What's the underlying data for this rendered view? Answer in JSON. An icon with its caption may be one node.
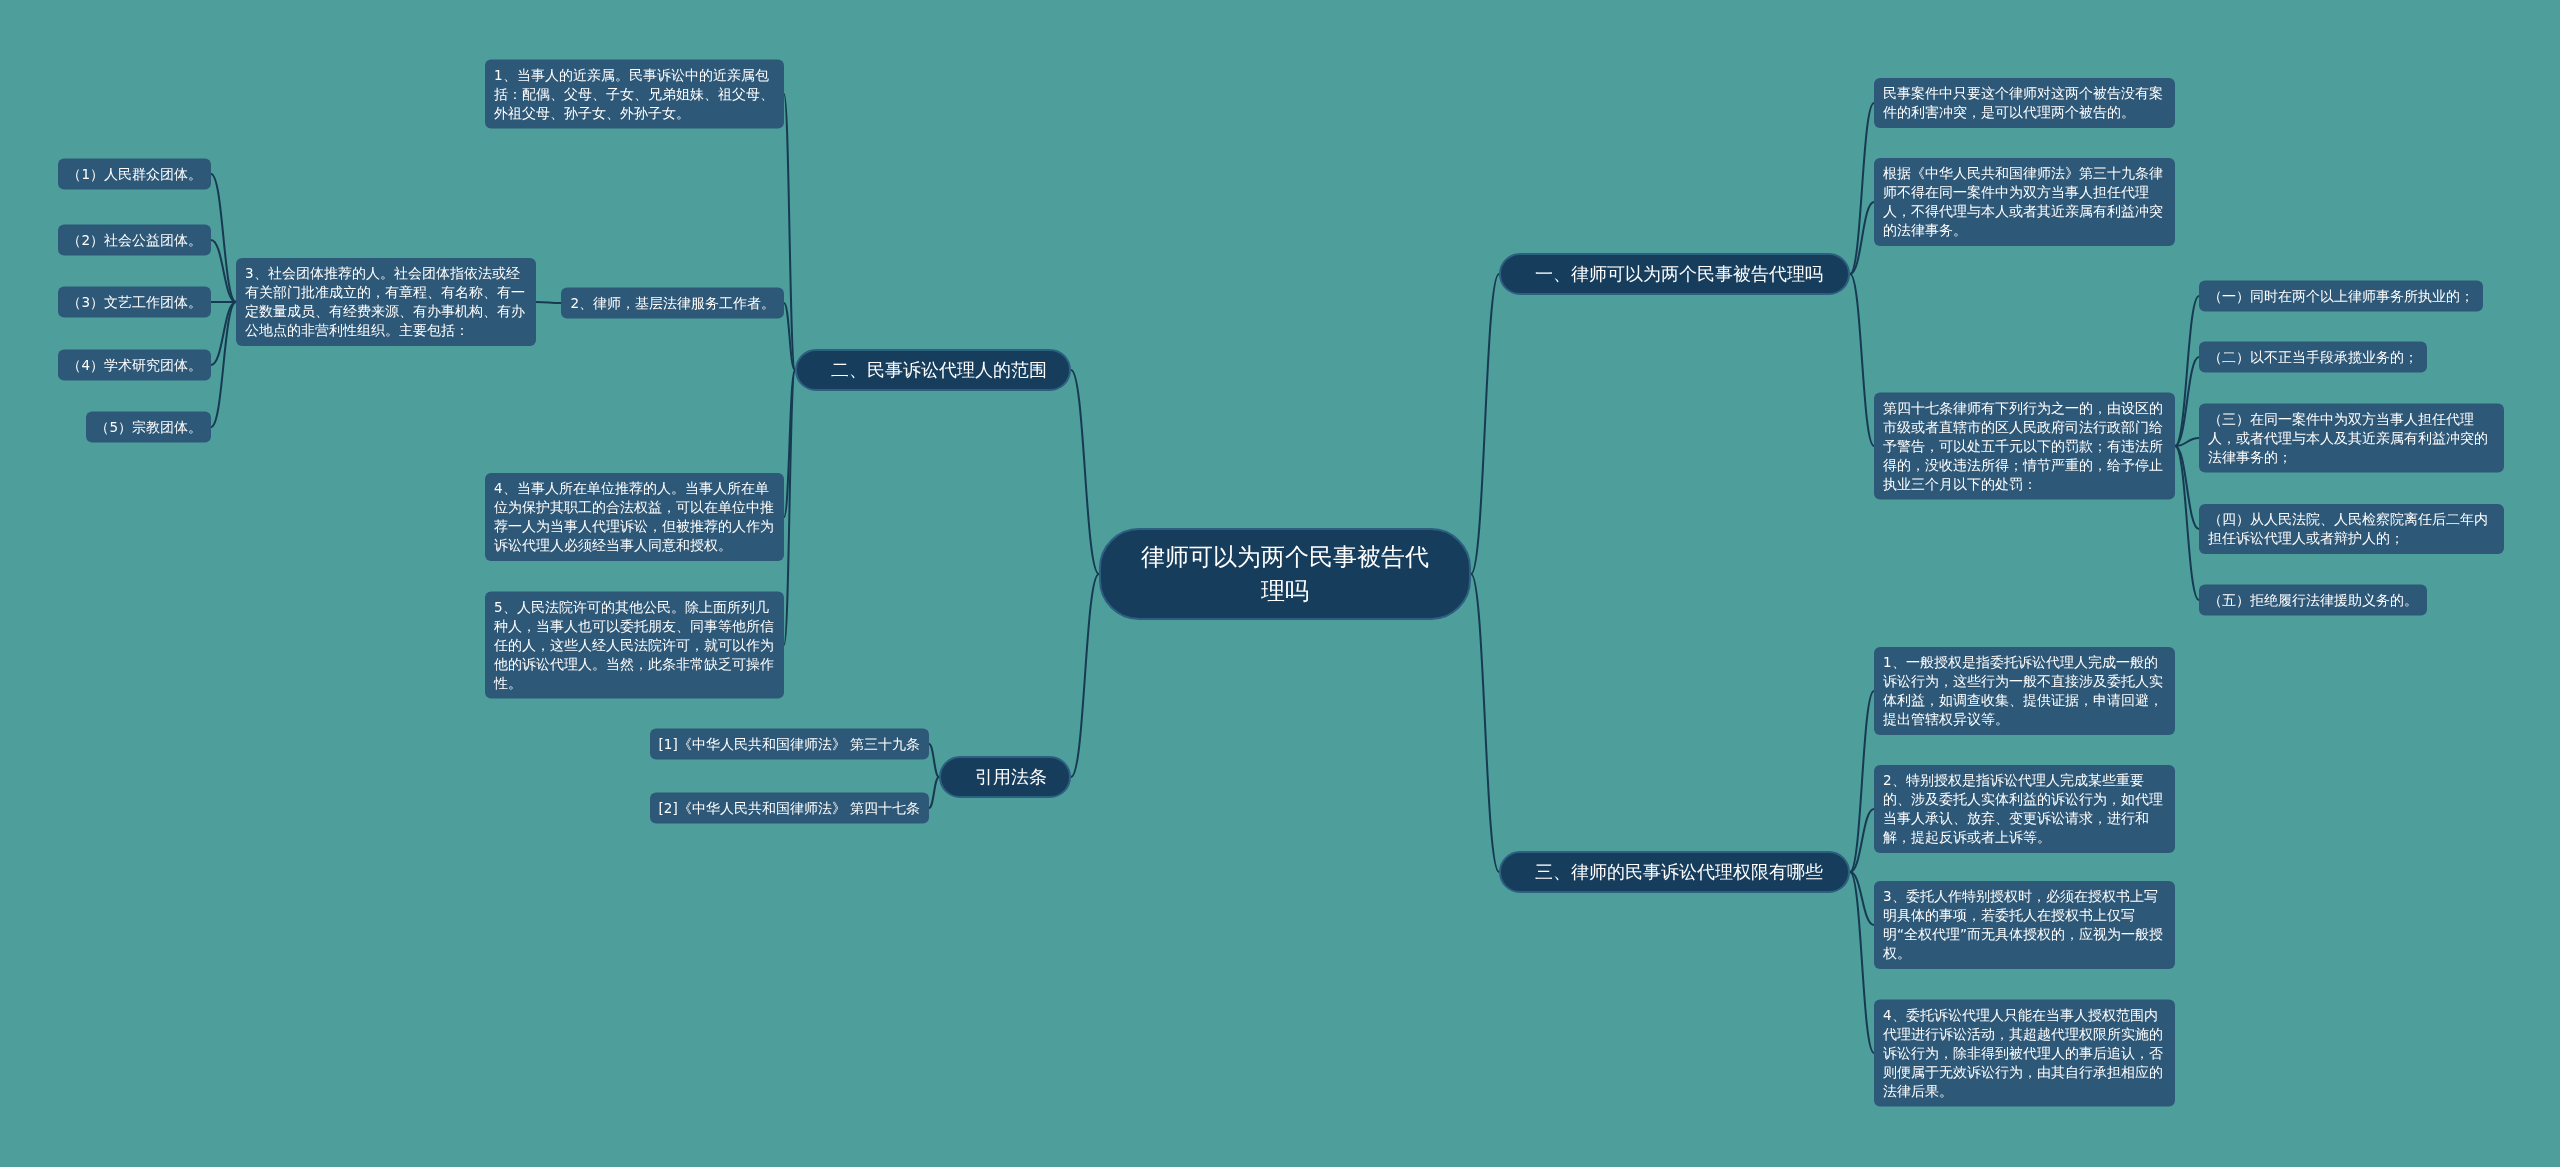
{
  "diagram": {
    "nodes": [
      {
        "text": [
          "律师可以为两个民事被告代理吗"
        ]
      },
      {
        "text": [
          "一、律师可以为两个民事被告代理吗"
        ]
      },
      {
        "text": [
          "民事案件中只要这个律师对这两个被告没有案件的利害冲突，是可以代理两个被告的。"
        ]
      },
      {
        "text": [
          "根据《中华人民共和国律师法》第三十九条律师不得在同一案件中为双方当事人担任代理人，不得代理与本人或者其近亲属有利益冲突的法律事务。"
        ]
      },
      {
        "text": [
          "第四十七条律师有下列行为之一的，由设区的市级或者直辖市的区人民政府司法行政部门给予警告，可以处五千元以下的罚款；有违法所得的，没收违法所得；情节严重的，给予停止执业三个月以下的处罚："
        ]
      },
      {
        "text": [
          "（一）同时在两个以上律师事务所执业的；"
        ]
      },
      {
        "text": [
          "（二）以不正当手段承揽业务的；"
        ]
      },
      {
        "text": [
          "（三）在同一案件中为双方当事人担任代理人，或者代理与本人及其近亲属有利益冲突的法律事务的；"
        ]
      },
      {
        "text": [
          "（四）从人民法院、人民检察院离任后二年内担任诉讼代理人或者辩护人的；"
        ]
      },
      {
        "text": [
          "（五）拒绝履行法律援助义务的。"
        ]
      },
      {
        "text": [
          "三、律师的民事诉讼代理权限有哪些"
        ]
      },
      {
        "text": [
          "1、一般授权是指委托诉讼代理人完成一般的诉讼行为，这些行为一般不直接涉及委托人实体利益，如调查收集、提供证据，申请回避，提出管辖权异议等。"
        ]
      },
      {
        "text": [
          "2、特别授权是指诉讼代理人完成某些重要的、涉及委托人实体利益的诉讼行为，如代理当事人承认、放弃、变更诉讼请求，进行和解，提起反诉或者上诉等。"
        ]
      },
      {
        "text": [
          "3、委托人作特别授权时，必须在授权书上写明具体的事项，若委托人在授权书上仅写明“全权代理”而无具体授权的，应视为一般授权。"
        ]
      },
      {
        "text": [
          "4、委托诉讼代理人只能在当事人授权范围内代理进行诉讼活动，其超越代理权限所实施的诉讼行为，除非得到被代理人的事后追认，否则便属于无效诉讼行为，由其自行承担相应的法律后果。"
        ]
      },
      {
        "text": [
          "二、民事诉讼代理人的范围"
        ]
      },
      {
        "text": [
          "1、当事人的近亲属。民事诉讼中的近亲属包括：配偶、父母、子女、兄弟姐妹、祖父母、外祖父母、孙子女、外孙子女。"
        ]
      },
      {
        "text": [
          "2、律师，基层法律服务工作者。"
        ]
      },
      {
        "text": [
          "3、社会团体推荐的人。社会团体指依法或经有关部门批准成立的，有章程、有名称、有一定数量成员、有经费来源、有办事机构、有办公地点的非营利性组织。主要包括："
        ]
      },
      {
        "text": [
          "（1）人民群众团体。"
        ]
      },
      {
        "text": [
          "（2）社会公益团体。"
        ]
      },
      {
        "text": [
          "（3）文艺工作团体。"
        ]
      },
      {
        "text": [
          "（4）学术研究团体。"
        ]
      },
      {
        "text": [
          "（5）宗教团体。"
        ]
      },
      {
        "text": [
          "4、当事人所在单位推荐的人。当事人所在单位为保护其职工的合法权益，可以在单位中推荐一人为当事人代理诉讼，但被推荐的人作为诉讼代理人必须经当事人同意和授权。"
        ]
      },
      {
        "text": [
          "5、人民法院许可的其他公民。除上面所列几种人，当事人也可以委托朋友、同事等他所信任的人，这些人经人民法院许可，就可以作为他的诉讼代理人。当然，此条非常缺乏可操作性。"
        ]
      },
      {
        "text": [
          "引用法条"
        ]
      },
      {
        "text": [
          "[1]《中华人民共和国律师法》 第三十九条"
        ]
      },
      {
        "text": [
          "[2]《中华人民共和国律师法》 第四十七条"
        ]
      }
    ],
    "edges": [
      {
        "from": 0,
        "to": 1,
        "arrow": "none"
      },
      {
        "from": 1,
        "to": 2,
        "arrow": "none"
      },
      {
        "from": 1,
        "to": 3,
        "arrow": "none"
      },
      {
        "from": 1,
        "to": 4,
        "arrow": "none"
      },
      {
        "from": 4,
        "to": 5,
        "arrow": "none"
      },
      {
        "from": 4,
        "to": 6,
        "arrow": "none"
      },
      {
        "from": 4,
        "to": 7,
        "arrow": "none"
      },
      {
        "from": 4,
        "to": 8,
        "arrow": "none"
      },
      {
        "from": 4,
        "to": 9,
        "arrow": "none"
      },
      {
        "from": 0,
        "to": 10,
        "arrow": "none"
      },
      {
        "from": 10,
        "to": 11,
        "arrow": "none"
      },
      {
        "from": 10,
        "to": 12,
        "arrow": "none"
      },
      {
        "from": 10,
        "to": 13,
        "arrow": "none"
      },
      {
        "from": 10,
        "to": 14,
        "arrow": "none"
      },
      {
        "from": 0,
        "to": 15,
        "arrow": "none"
      },
      {
        "from": 15,
        "to": 16,
        "arrow": "none"
      },
      {
        "from": 15,
        "to": 17,
        "arrow": "none"
      },
      {
        "from": 17,
        "to": 18,
        "arrow": "none"
      },
      {
        "from": 18,
        "to": 19,
        "arrow": "none"
      },
      {
        "from": 18,
        "to": 20,
        "arrow": "none"
      },
      {
        "from": 18,
        "to": 21,
        "arrow": "none"
      },
      {
        "from": 18,
        "to": 22,
        "arrow": "none"
      },
      {
        "from": 18,
        "to": 23,
        "arrow": "none"
      },
      {
        "from": 15,
        "to": 24,
        "arrow": "none"
      },
      {
        "from": 15,
        "to": 25,
        "arrow": "none"
      },
      {
        "from": 0,
        "to": 26,
        "arrow": "none"
      },
      {
        "from": 26,
        "to": 27,
        "arrow": "none"
      },
      {
        "from": 26,
        "to": 28,
        "arrow": "none"
      }
    ]
  }
}
